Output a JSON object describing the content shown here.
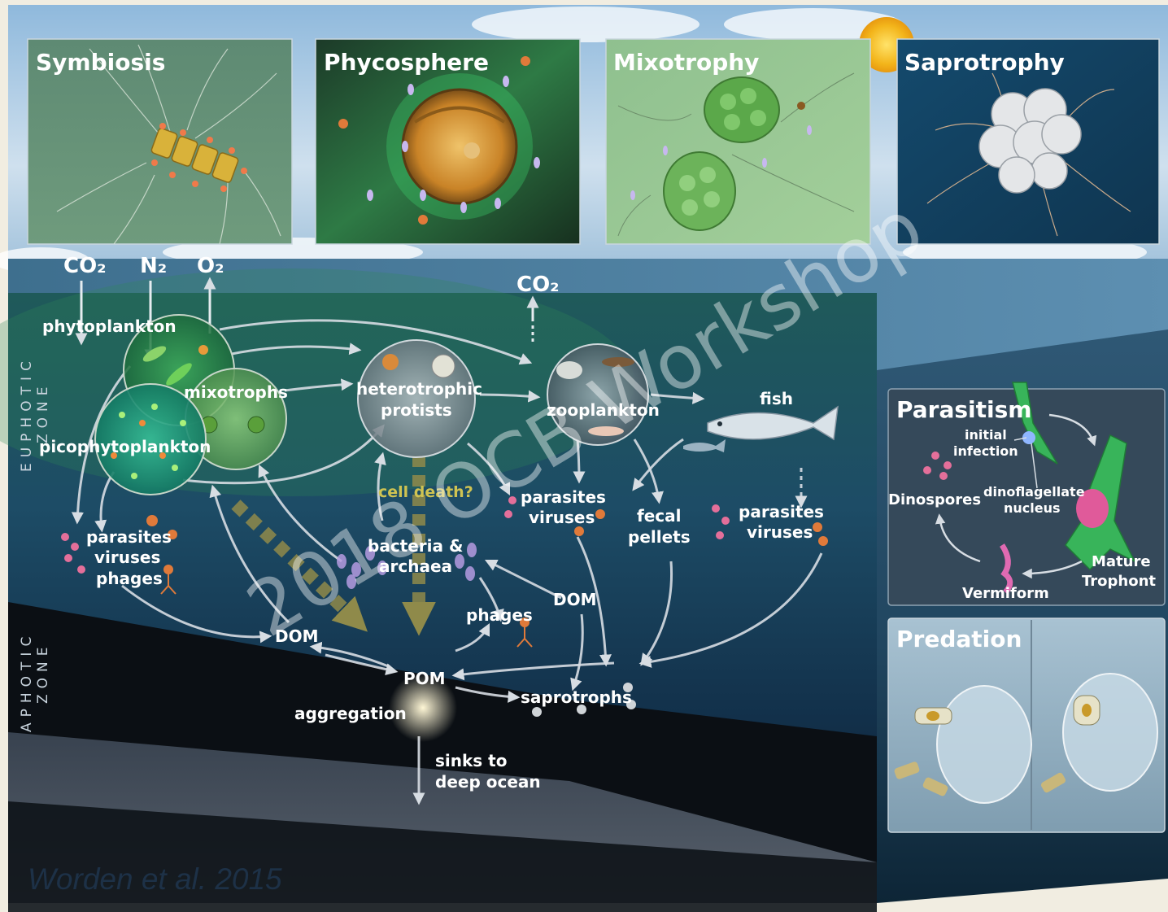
{
  "panels": {
    "symbiosis": "Symbiosis",
    "phycosphere": "Phycosphere",
    "mixotrophy": "Mixotrophy",
    "saprotrophy": "Saprotrophy",
    "parasitism": "Parasitism",
    "predation": "Predation"
  },
  "gases": {
    "co2_1": "CO₂",
    "n2": "N₂",
    "o2": "O₂",
    "co2_2": "CO₂"
  },
  "zones": {
    "euphotic_1": "EUPHOTIC",
    "euphotic_2": "ZONE",
    "aphotic_1": "APHOTIC",
    "aphotic_2": "ZONE"
  },
  "nodes": {
    "phytoplankton": "phytoplankton",
    "mixotrophs": "mixotrophs",
    "picophytoplankton": "picophytoplankton",
    "heterotrophic": "heterotrophic",
    "protists": "protists",
    "zooplankton": "zooplankton",
    "fish": "fish",
    "cell_death": "cell death?",
    "parasites_mid": "parasites",
    "viruses_mid": "viruses",
    "fecal": "fecal",
    "pellets": "pellets",
    "parasites_right": "parasites",
    "viruses_right": "viruses",
    "parasites_left": "parasites",
    "viruses_left": "viruses",
    "phages_left": "phages",
    "bacteria": "bacteria &",
    "archaea": "archaea",
    "dom_mid": "DOM",
    "dom_left": "DOM",
    "phages_mid": "phages",
    "pom": "POM",
    "aggregation": "aggregation",
    "saprotrophs": "saprotrophs",
    "sinks_1": "sinks to",
    "sinks_2": "deep ocean"
  },
  "parasitism_labels": {
    "initial_1": "initial",
    "initial_2": "infection",
    "dinospores": "Dinospores",
    "dino_nucleus_1": "dinoflagellate",
    "dino_nucleus_2": "nucleus",
    "mature_1": "Mature",
    "mature_2": "Trophont",
    "vermiform": "Vermiform"
  },
  "watermark": "2018 OCB Workshop",
  "citation": "Worden et al. 2015",
  "colors": {
    "background": "#f1ede1",
    "sky": "#bdd3e6",
    "ocean": "#1d4a66",
    "deep": "#0b0f14",
    "arrow": "#d7dde3",
    "dashed_arrow": "#8f8a4a",
    "cell_death": "#cfc352"
  }
}
